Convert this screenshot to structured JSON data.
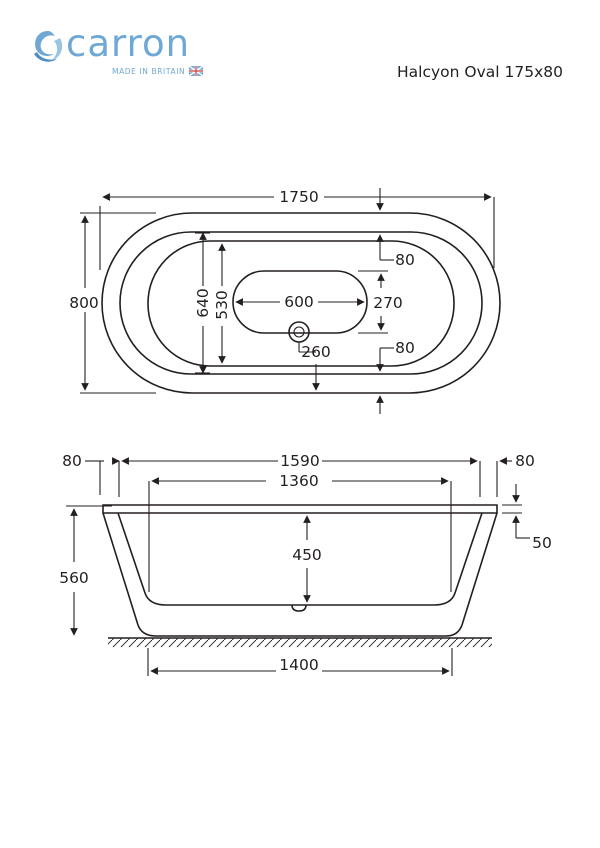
{
  "brand": {
    "name": "carron",
    "tagline": "MADE IN BRITAIN",
    "logo_icon": "swirl-icon",
    "color": "#6fa8d4"
  },
  "title": "Halcyon Oval 175x80",
  "plan_view": {
    "overall_length": "1750",
    "overall_width": "800",
    "inner_width_outer": "640",
    "inner_width_inner": "530",
    "base_length": "600",
    "base_width": "270",
    "rim_top": "80",
    "rim_bottom": "80",
    "waste_offset": "260"
  },
  "side_view": {
    "rim_left": "80",
    "rim_right": "80",
    "top_length": "1590",
    "inner_top_length": "1360",
    "depth": "450",
    "height": "560",
    "lip_height": "50",
    "base_length": "1400"
  }
}
